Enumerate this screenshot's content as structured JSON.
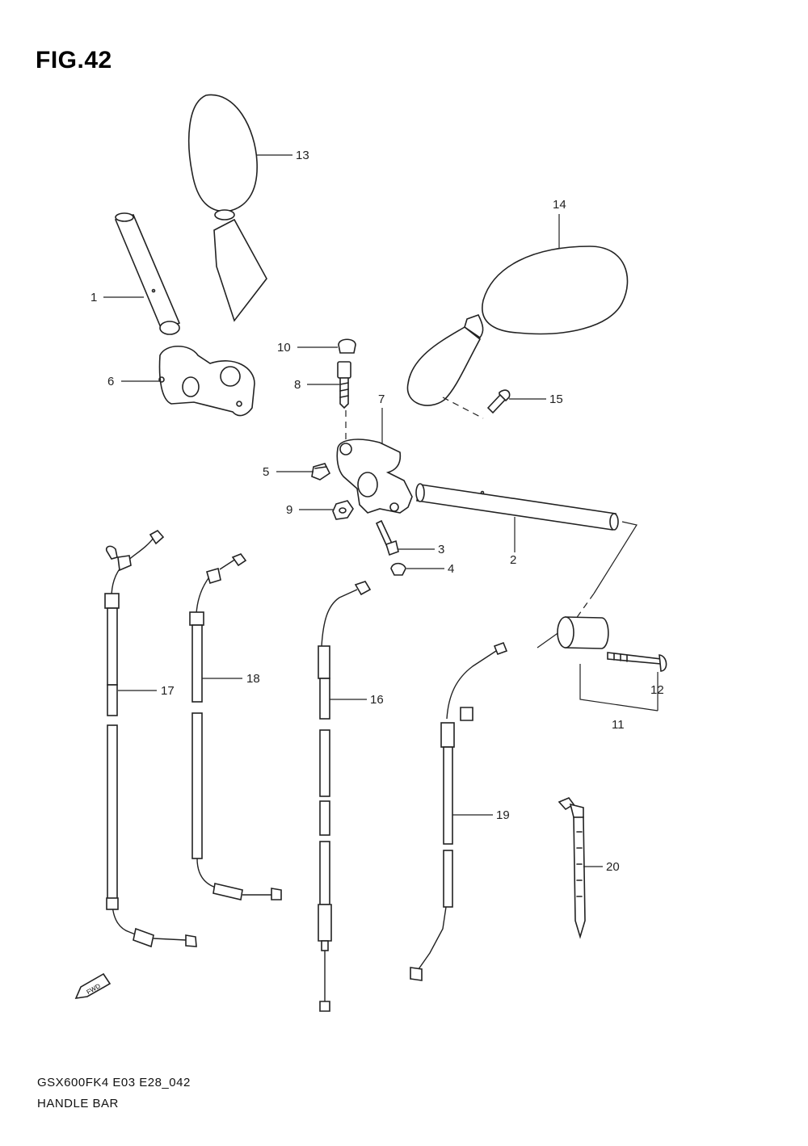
{
  "figure": {
    "title": "FIG.42",
    "model_code": "GSX600FK4 E03 E28_042",
    "group_name": "HANDLE BAR"
  },
  "labels": {
    "p1": "1",
    "p2": "2",
    "p3": "3",
    "p4": "4",
    "p5": "5",
    "p6": "6",
    "p7": "7",
    "p8": "8",
    "p9": "9",
    "p10": "10",
    "p11": "11",
    "p12": "12",
    "p13": "13",
    "p14": "14",
    "p15": "15",
    "p16": "16",
    "p17": "17",
    "p18": "18",
    "p19": "19",
    "p20": "20"
  },
  "fwd_marker": "FWD"
}
